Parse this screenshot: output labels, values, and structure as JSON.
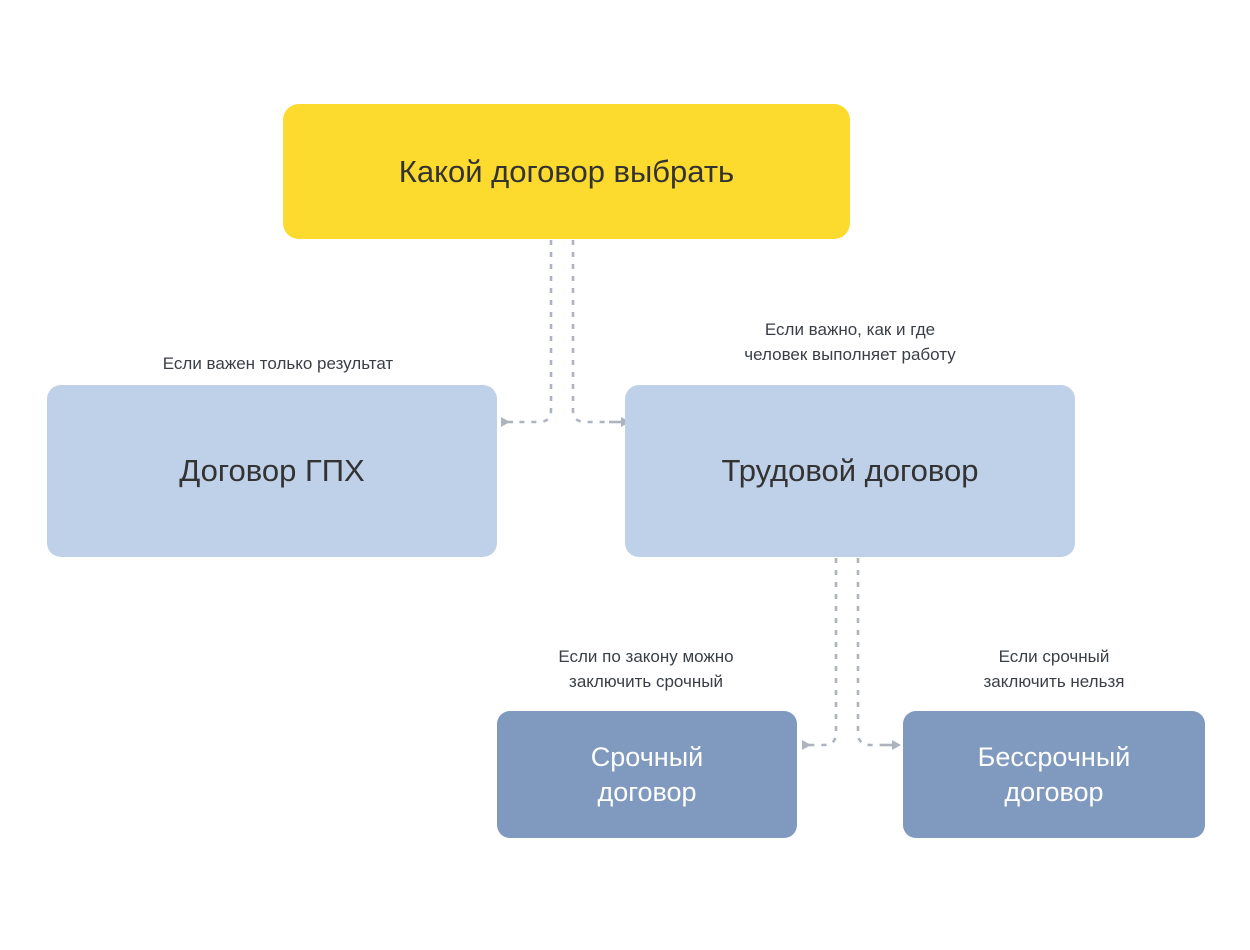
{
  "diagram": {
    "title": "Какой договор выбрать",
    "colors": {
      "root_fill": "#FCDA2E",
      "level2_fill": "#BFD1E8",
      "level3_fill": "#7F99BF",
      "connector": "#AEB4BF",
      "dark_text": "#333333",
      "light_text": "#FFFFFF",
      "label_text": "#3A3F46",
      "background": "#FFFFFF"
    },
    "nodes": {
      "root": {
        "label": "Какой договор выбрать"
      },
      "gph": {
        "label": "Договор ГПХ"
      },
      "labor": {
        "label": "Трудовой договор"
      },
      "fixed_term": {
        "label": "Срочный\nдоговор"
      },
      "open_ended": {
        "label": "Бессрочный\nдоговор"
      }
    },
    "edge_labels": {
      "to_gph": "Если важен только результат",
      "to_labor": "Если важно, как и где\nчеловек выполняет работу",
      "to_fixed_term": "Если по закону можно\nзаключить срочный",
      "to_open_ended": "Если срочный\nзаключить нельзя"
    }
  }
}
